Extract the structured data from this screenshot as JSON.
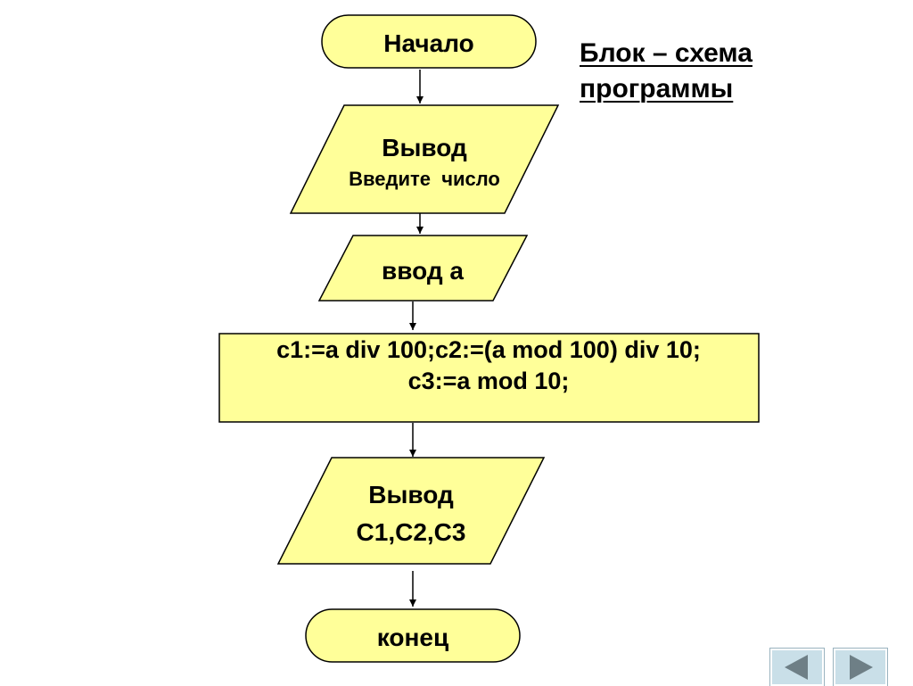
{
  "title": {
    "line1": "Блок – схема",
    "line2": "программы"
  },
  "blocks": {
    "start": "Начало",
    "output1_line1": "Вывод",
    "output1_line2": "Введите  число",
    "input": "ввод а",
    "process_line1": "с1:=a div 100;c2:=(a mod 100) div 10;",
    "process_line2": "c3:=a mod 10;",
    "output2_line1": "Вывод",
    "output2_line2": "С1,С2,С3",
    "end": "конец"
  },
  "navigation": {
    "prev_icon": "triangle-left-icon",
    "next_icon": "triangle-right-icon"
  },
  "colors": {
    "block_fill": "#ffff99",
    "block_stroke": "#000000",
    "nav_fill": "#c9dfe8",
    "nav_arrow": "#6e7f86"
  }
}
